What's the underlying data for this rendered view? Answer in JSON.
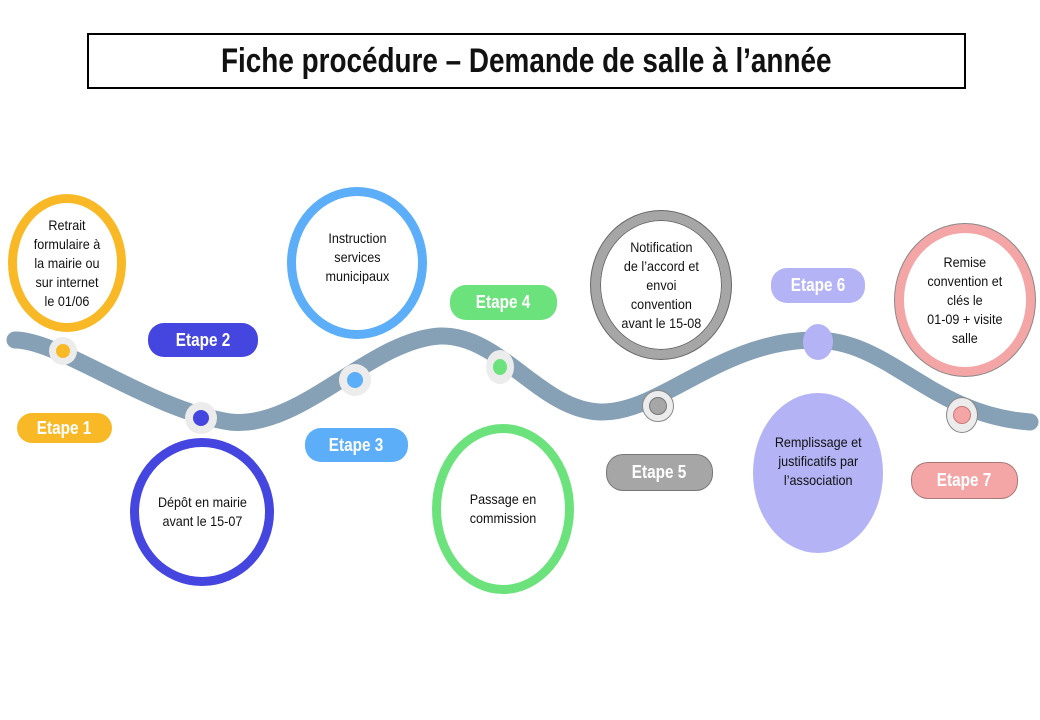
{
  "title": "Fiche procédure – Demande de salle à l’année",
  "colors": {
    "track": "#86A0B5",
    "etape1": "#F9B927",
    "etape2": "#4545E0",
    "etape3": "#5BAEF7",
    "etape4": "#6BE27C",
    "etape5": "#A6A6A6",
    "etape6": "#B3B3F5",
    "etape7": "#F4A6A6"
  },
  "steps": [
    {
      "label": "Etape 1",
      "text": "Retrait\nformulaire à\nla mairie ou\nsur internet\nle 01/06"
    },
    {
      "label": "Etape 2",
      "text": "Dépôt en mairie\navant le 15-07"
    },
    {
      "label": "Etape 3",
      "text": "Instruction\nservices\nmunicipaux"
    },
    {
      "label": "Etape 4",
      "text": "Passage en\ncommission"
    },
    {
      "label": "Etape 5",
      "text": "Notification\nde l’accord et\nenvoi\nconvention\navant le 15-08"
    },
    {
      "label": "Etape 6",
      "text": "Remplissage et\njustificatifs par\nl’association"
    },
    {
      "label": "Etape 7",
      "text": "Remise\nconvention et\nclés le\n01-09 + visite\nsalle"
    }
  ]
}
